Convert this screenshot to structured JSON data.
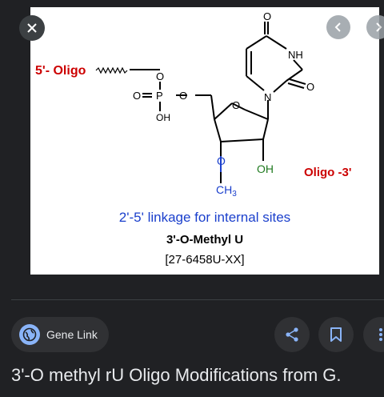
{
  "image": {
    "five_prime": "5'- Oligo",
    "three_prime": "Oligo -3'",
    "linkage_text": "2'-5' linkage for internal sites",
    "product_name": "3'-O-Methyl U",
    "catalog": "[27-6458U-XX]",
    "atoms": {
      "o_top": "O",
      "nh": "NH",
      "o_right": "O",
      "n": "N",
      "o_ring": "O",
      "p_o_top": "O",
      "p_o_left": "O",
      "p": "P",
      "p_o_right": "O",
      "oh_p": "OH",
      "o_methyl": "O",
      "ch3": "CH",
      "ch3_sub": "3",
      "oh_2": "OH"
    }
  },
  "source": {
    "name": "Gene Link",
    "icon": "globe-icon"
  },
  "actions": {
    "share": "share-icon",
    "save": "bookmark-icon",
    "more": "more-vert-icon"
  },
  "caption": "3'-O methyl rU Oligo Modifications from G.",
  "colors": {
    "background": "#202124",
    "red_label": "#cc0000",
    "blue_label": "#1a3fcc",
    "green_label": "#1f7a1f"
  }
}
